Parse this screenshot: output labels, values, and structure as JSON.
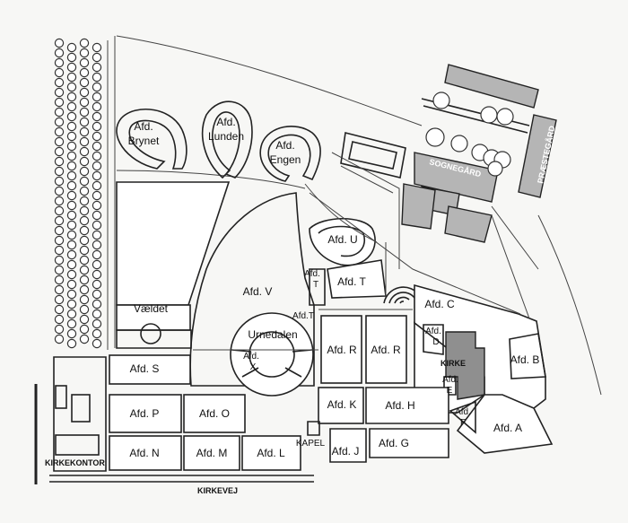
{
  "labels": {
    "brynet": [
      "Afd.",
      "Brynet"
    ],
    "lunden": [
      "Afd.",
      "Lunden"
    ],
    "engen": [
      "Afd.",
      "Engen"
    ],
    "afd_u": "Afd. U",
    "afd_t": "Afd. T",
    "afd_t_small": [
      "Afd.",
      "T"
    ],
    "afd_t2": "Afd.T",
    "afd_v": "Afd. V",
    "vaeldet": "Vældet",
    "urnedalen": "Urnedalen",
    "afd_x": [
      "Afd.",
      "X"
    ],
    "afd_r1": "Afd. R",
    "afd_r2": "Afd. R",
    "afd_c": "Afd. C",
    "afd_d": [
      "Afd.",
      "D"
    ],
    "kirke": "KIRKE",
    "afd_e": [
      "Afd.",
      "E"
    ],
    "afd_b": "Afd. B",
    "afd_s": "Afd. S",
    "afd_p": "Afd. P",
    "afd_o": "Afd. O",
    "afd_k": "Afd. K",
    "afd_h": "Afd. H",
    "afd_f": [
      "Afd.",
      "F"
    ],
    "afd_a": "Afd. A",
    "afd_n": "Afd. N",
    "afd_m": "Afd. M",
    "afd_l": "Afd. L",
    "kapel": "KAPEL",
    "afd_j": "Afd. J",
    "afd_g": "Afd. G",
    "kirkekontor": "KIRKEKONTOR",
    "kirkevej": "KIRKEVEJ",
    "sognegaard": "SOGNEGÅRD",
    "praestegaard": "PRÆSTEGÅRD"
  }
}
